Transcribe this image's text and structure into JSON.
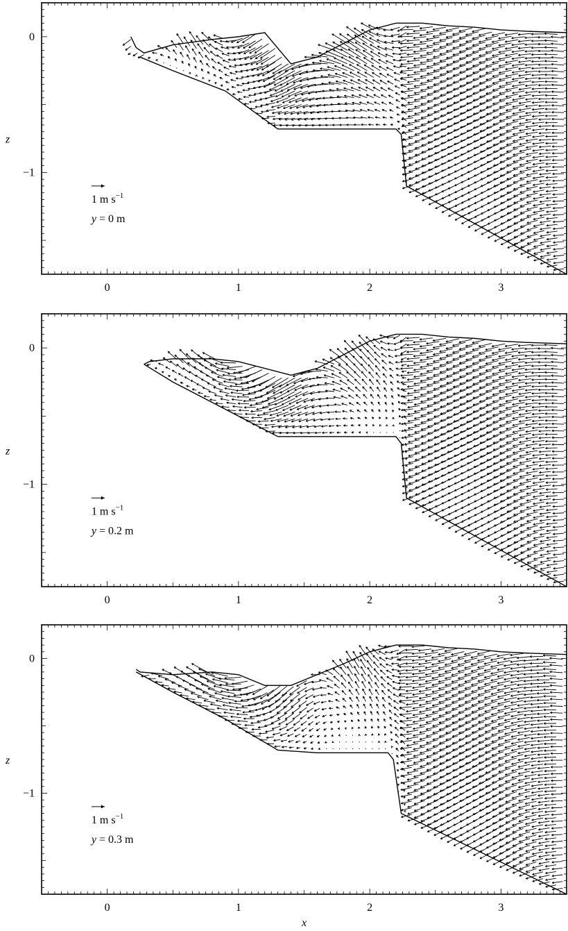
{
  "chart_data": [
    {
      "type": "vector-field",
      "xlabel": "",
      "ylabel": "z",
      "xlim": [
        -0.5,
        3.5
      ],
      "ylim": [
        -1.75,
        0.25
      ],
      "xticks": [
        0,
        1,
        2,
        3
      ],
      "yticks": [
        0,
        -1
      ],
      "xtick_labels": [
        "0",
        "1",
        "2",
        "3"
      ],
      "ytick_labels": [
        "0",
        "−1"
      ],
      "scale_label": "1 m s",
      "scale_exp": "−1",
      "scale_value": 1,
      "annotation": "y = 0 m",
      "annotation_var": "y",
      "annotation_rest": " = 0 m",
      "free_surface": {
        "x": [
          0.18,
          0.22,
          0.28,
          0.5,
          0.8,
          1.0,
          1.2,
          1.4,
          1.6,
          1.8,
          2.0,
          2.2,
          2.4,
          2.6,
          2.8,
          3.0,
          3.2,
          3.5
        ],
        "z": [
          0.0,
          -0.08,
          -0.12,
          -0.06,
          -0.02,
          0.0,
          0.03,
          -0.2,
          -0.15,
          -0.05,
          0.05,
          0.1,
          0.1,
          0.08,
          0.07,
          0.05,
          0.04,
          0.03
        ]
      },
      "bottom": {
        "x": [
          0.25,
          0.5,
          0.9,
          1.3,
          1.6,
          2.0,
          2.2,
          2.24,
          2.28,
          3.5
        ],
        "z": [
          -0.15,
          -0.25,
          -0.4,
          -0.68,
          -0.68,
          -0.68,
          -0.68,
          -0.72,
          -1.1,
          -1.75
        ]
      }
    },
    {
      "type": "vector-field",
      "xlabel": "",
      "ylabel": "z",
      "xlim": [
        -0.5,
        3.5
      ],
      "ylim": [
        -1.75,
        0.25
      ],
      "xticks": [
        0,
        1,
        2,
        3
      ],
      "yticks": [
        0,
        -1
      ],
      "xtick_labels": [
        "0",
        "1",
        "2",
        "3"
      ],
      "ytick_labels": [
        "0",
        "−1"
      ],
      "scale_label": "1 m s",
      "scale_exp": "−1",
      "scale_value": 1,
      "annotation": "y = 0.2 m",
      "annotation_var": "y",
      "annotation_rest": " = 0.2 m",
      "free_surface": {
        "x": [
          0.28,
          0.32,
          0.5,
          0.8,
          1.0,
          1.2,
          1.4,
          1.6,
          1.8,
          2.0,
          2.2,
          2.4,
          2.6,
          2.8,
          3.0,
          3.2,
          3.5
        ],
        "z": [
          -0.12,
          -0.1,
          -0.08,
          -0.08,
          -0.1,
          -0.15,
          -0.2,
          -0.15,
          -0.05,
          0.05,
          0.1,
          0.1,
          0.08,
          0.07,
          0.05,
          0.04,
          0.03
        ]
      },
      "bottom": {
        "x": [
          0.28,
          0.5,
          0.9,
          1.3,
          1.6,
          2.0,
          2.2,
          2.24,
          2.28,
          3.5
        ],
        "z": [
          -0.12,
          -0.25,
          -0.45,
          -0.65,
          -0.65,
          -0.65,
          -0.65,
          -0.7,
          -1.1,
          -1.75
        ]
      }
    },
    {
      "type": "vector-field",
      "xlabel": "x",
      "ylabel": "z",
      "xlim": [
        -0.5,
        3.5
      ],
      "ylim": [
        -1.75,
        0.25
      ],
      "xticks": [
        0,
        1,
        2,
        3
      ],
      "yticks": [
        0,
        -1
      ],
      "xtick_labels": [
        "0",
        "1",
        "2",
        "3"
      ],
      "ytick_labels": [
        "0",
        "−1"
      ],
      "scale_label": "1 m s",
      "scale_exp": "−1",
      "scale_value": 1,
      "annotation": "y = 0.3 m",
      "annotation_var": "y",
      "annotation_rest": " = 0.3 m",
      "free_surface": {
        "x": [
          0.22,
          0.25,
          0.5,
          0.8,
          1.0,
          1.2,
          1.4,
          1.6,
          1.8,
          2.0,
          2.2,
          2.4,
          2.6,
          2.8,
          3.0,
          3.2,
          3.5
        ],
        "z": [
          -0.08,
          -0.1,
          -0.12,
          -0.1,
          -0.12,
          -0.2,
          -0.2,
          -0.12,
          -0.04,
          0.05,
          0.1,
          0.1,
          0.08,
          0.07,
          0.05,
          0.04,
          0.03
        ]
      },
      "bottom": {
        "x": [
          0.22,
          0.5,
          0.9,
          1.3,
          1.6,
          2.0,
          2.14,
          2.18,
          2.24,
          3.5
        ],
        "z": [
          -0.1,
          -0.25,
          -0.45,
          -0.68,
          -0.7,
          -0.7,
          -0.7,
          -0.75,
          -1.15,
          -1.75
        ]
      }
    }
  ]
}
